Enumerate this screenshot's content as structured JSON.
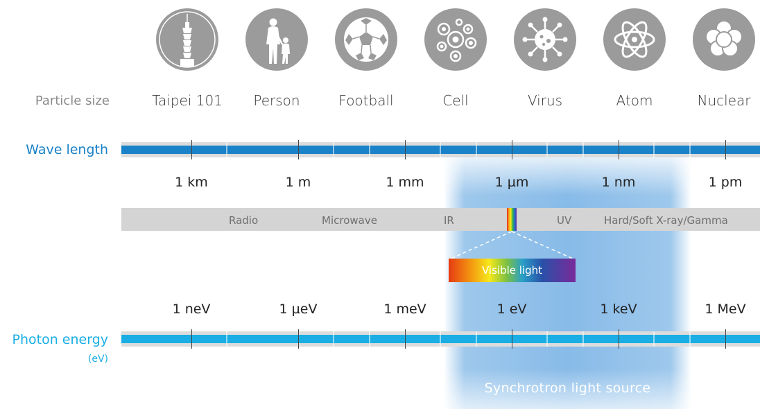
{
  "particle_size": {
    "row_label": "Particle size",
    "items": [
      {
        "label": "Taipei 101",
        "icon": "taipei-101-icon"
      },
      {
        "label": "Person",
        "icon": "person-icon"
      },
      {
        "label": "Football",
        "icon": "football-icon"
      },
      {
        "label": "Cell",
        "icon": "cell-icon"
      },
      {
        "label": "Virus",
        "icon": "virus-icon"
      },
      {
        "label": "Atom",
        "icon": "atom-icon"
      },
      {
        "label": "Nuclear",
        "icon": "nuclear-icon"
      }
    ]
  },
  "wavelength": {
    "row_label": "Wave length",
    "units": [
      "1 km",
      "1 m",
      "1 mm",
      "1 µm",
      "1 nm",
      "1 pm"
    ]
  },
  "bands": {
    "radio": "Radio",
    "microwave": "Microwave",
    "ir": "IR",
    "uv": "UV",
    "xray": "Hard/Soft X-ray/Gamma",
    "visible": "Visible light"
  },
  "photon_energy": {
    "row_label": "Photon energy",
    "row_unit": "(eV)",
    "units": [
      "1 neV",
      "1 µeV",
      "1 meV",
      "1 eV",
      "1 keV",
      "1 MeV"
    ]
  },
  "synchrotron": {
    "label": "Synchrotron light source"
  },
  "colors": {
    "wavelength_blue": "#1a82c8",
    "energy_blue": "#1aaee5",
    "icon_gray": "#9b9b9b",
    "label_gray": "#8a8a8a"
  }
}
